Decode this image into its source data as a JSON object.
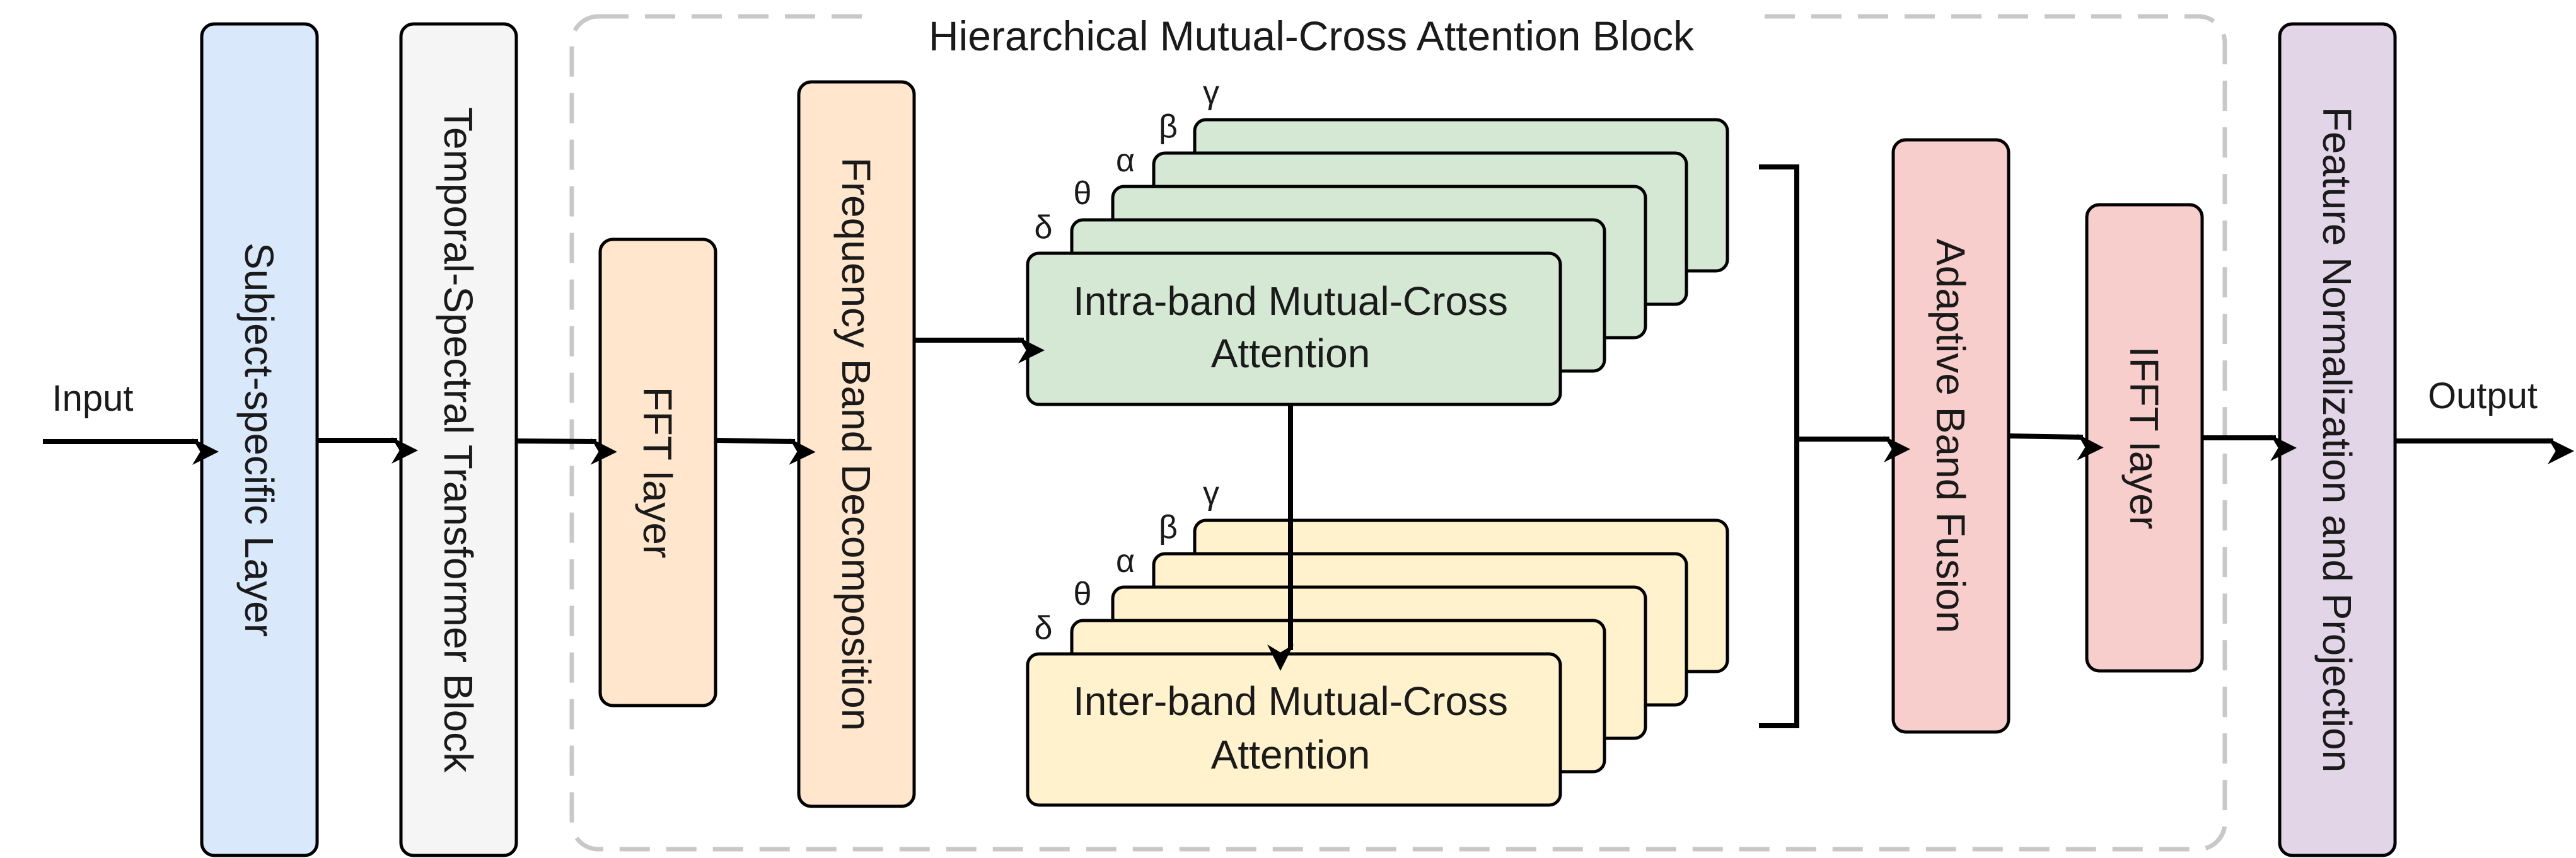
{
  "title": "Hierarchical Mutual-Cross Attention Block",
  "input_label": "Input",
  "output_label": "Output",
  "blocks": {
    "subject": "Subject-specific Layer",
    "temporal": "Temporal-Spectral Transformer Block",
    "fft": "FFT layer",
    "freq": "Frequency Band Decomposition",
    "adaptive": "Adaptive Band Fusion",
    "ifft": "IFFT layer",
    "featnorm": "Feature Normalization and Projection"
  },
  "intra": {
    "line1": "Intra-band Mutual-Cross",
    "line2": "Attention"
  },
  "inter": {
    "line1": "Inter-band Mutual-Cross",
    "line2": "Attention"
  },
  "bands": [
    "δ",
    "θ",
    "α",
    "β",
    "γ"
  ],
  "colors": {
    "subject": "#dae8fc",
    "temporal": "#f5f5f5",
    "fft": "#ffe6cc",
    "freq": "#ffe6cc",
    "intra": "#d5e8d4",
    "inter": "#fff2cc",
    "adaptive": "#f8cecc",
    "ifft": "#f8cecc",
    "featnorm": "#e1d5e7",
    "stroke": "#000000",
    "dashed": "#c8c8c8"
  }
}
